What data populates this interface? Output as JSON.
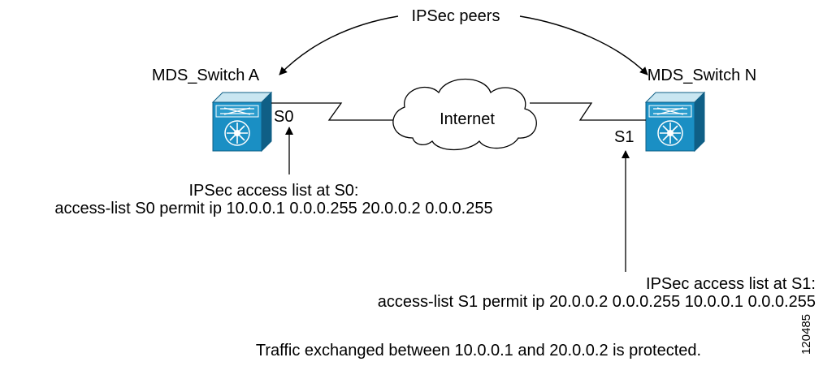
{
  "peers_label": "IPSec peers",
  "switch_a": {
    "name": "MDS_Switch A",
    "port": "S0"
  },
  "switch_n": {
    "name": "MDS_Switch N",
    "port": "S1"
  },
  "cloud_label": "Internet",
  "acl_s0": {
    "title": "IPSec access list at S0:",
    "rule": "access-list S0 permit ip 10.0.0.1 0.0.0.255 20.0.0.2 0.0.0.255"
  },
  "acl_s1": {
    "title": "IPSec access list at S1:",
    "rule": "access-list S1 permit ip 20.0.0.2 0.0.0.255 10.0.0.1 0.0.0.255"
  },
  "footer_note": "Traffic exchanged between 10.0.0.1 and 20.0.0.2 is protected.",
  "figure_id": "120485",
  "colors": {
    "switch_body": "#1a8fc4",
    "switch_top": "#a7d3e6",
    "switch_dark": "#0f5f86",
    "line": "#000000"
  }
}
